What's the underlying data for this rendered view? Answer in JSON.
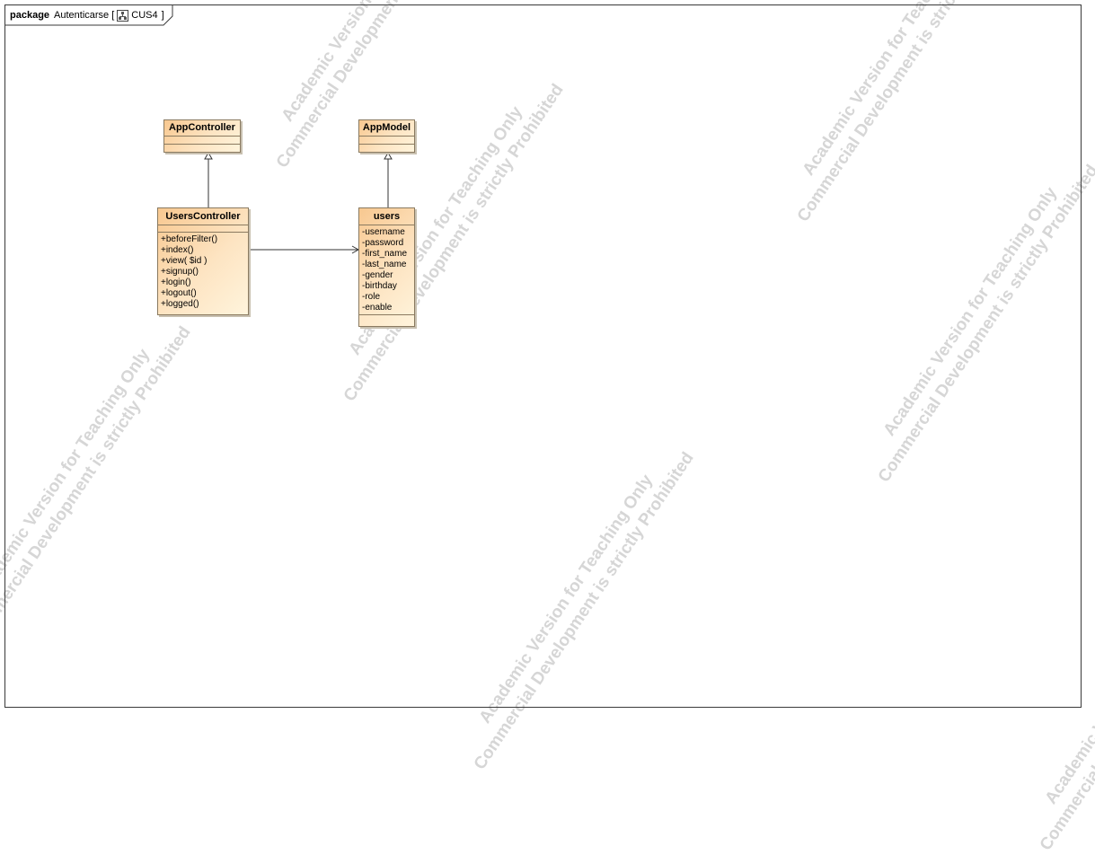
{
  "frame": {
    "keyword": "package",
    "name": "Autenticarse",
    "bracket_open": "[",
    "diagram_name": "CUS4",
    "bracket_close": "]"
  },
  "watermark": {
    "line1": "Academic Version for Teaching Only",
    "line2": "Commercial Development is strictly Prohibited"
  },
  "classes": {
    "app_controller": {
      "name": "AppController",
      "attributes": [],
      "operations": []
    },
    "app_model": {
      "name": "AppModel",
      "attributes": [],
      "operations": []
    },
    "users_controller": {
      "name": "UsersController",
      "attributes": [],
      "operations": [
        "+beforeFilter()",
        "+index()",
        "+view( $id )",
        "+signup()",
        "+login()",
        "+logout()",
        "+logged()"
      ]
    },
    "users": {
      "name": "users",
      "attributes": [
        "-username",
        "-password",
        "-first_name",
        "-last_name",
        "-gender",
        "-birthday",
        "-role",
        "-enable"
      ],
      "operations": []
    }
  },
  "relations": [
    {
      "type": "generalization",
      "from": "UsersController",
      "to": "AppController"
    },
    {
      "type": "generalization",
      "from": "users",
      "to": "AppModel"
    },
    {
      "type": "association",
      "from": "UsersController",
      "to": "users",
      "navigable": true
    }
  ]
}
